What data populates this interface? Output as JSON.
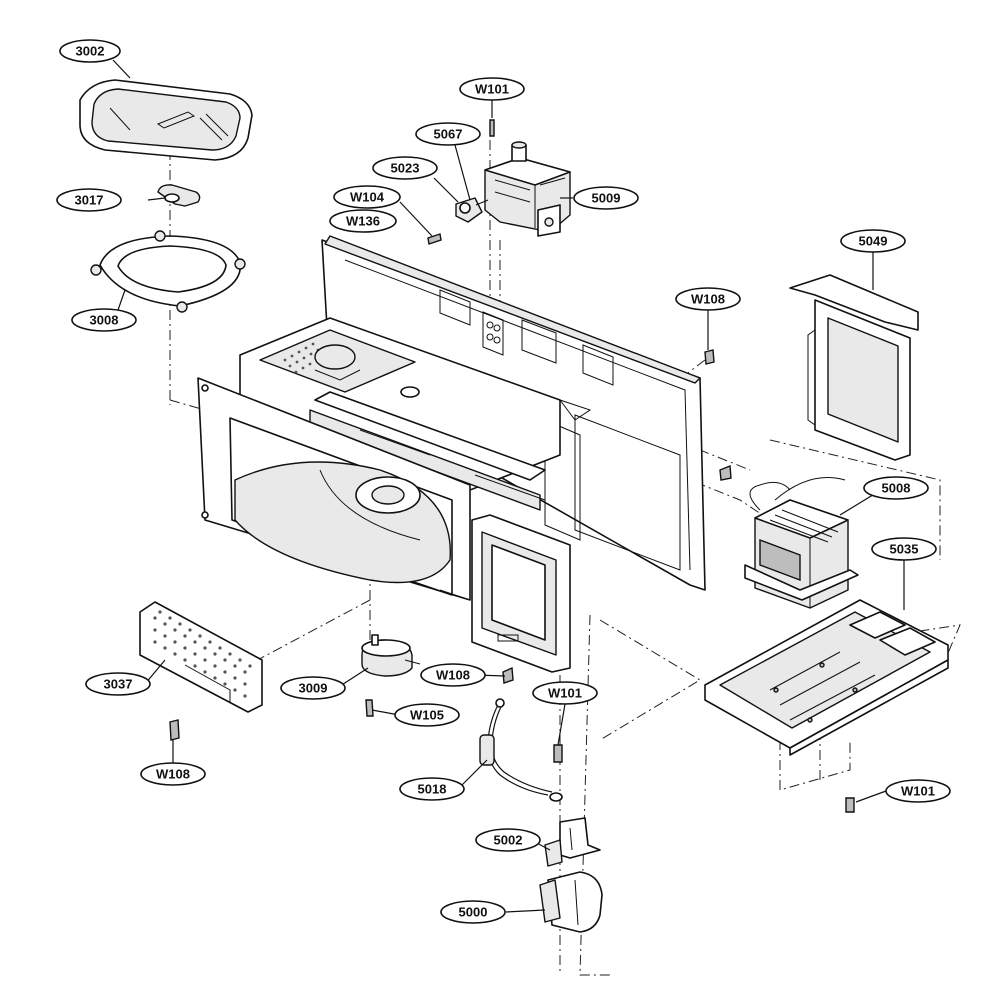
{
  "callouts": {
    "c3002": "3002",
    "c3017": "3017",
    "c3008": "3008",
    "c3037": "3037",
    "c3009": "3009",
    "c5000": "5000",
    "c5002": "5002",
    "c5008": "5008",
    "c5009": "5009",
    "c5018": "5018",
    "c5023": "5023",
    "c5035": "5035",
    "c5049": "5049",
    "c5067": "5067",
    "w101a": "W101",
    "w101b": "W101",
    "w101c": "W101",
    "w104": "W104",
    "w105": "W105",
    "w108a": "W108",
    "w108b": "W108",
    "w108c": "W108",
    "w136": "W136"
  }
}
